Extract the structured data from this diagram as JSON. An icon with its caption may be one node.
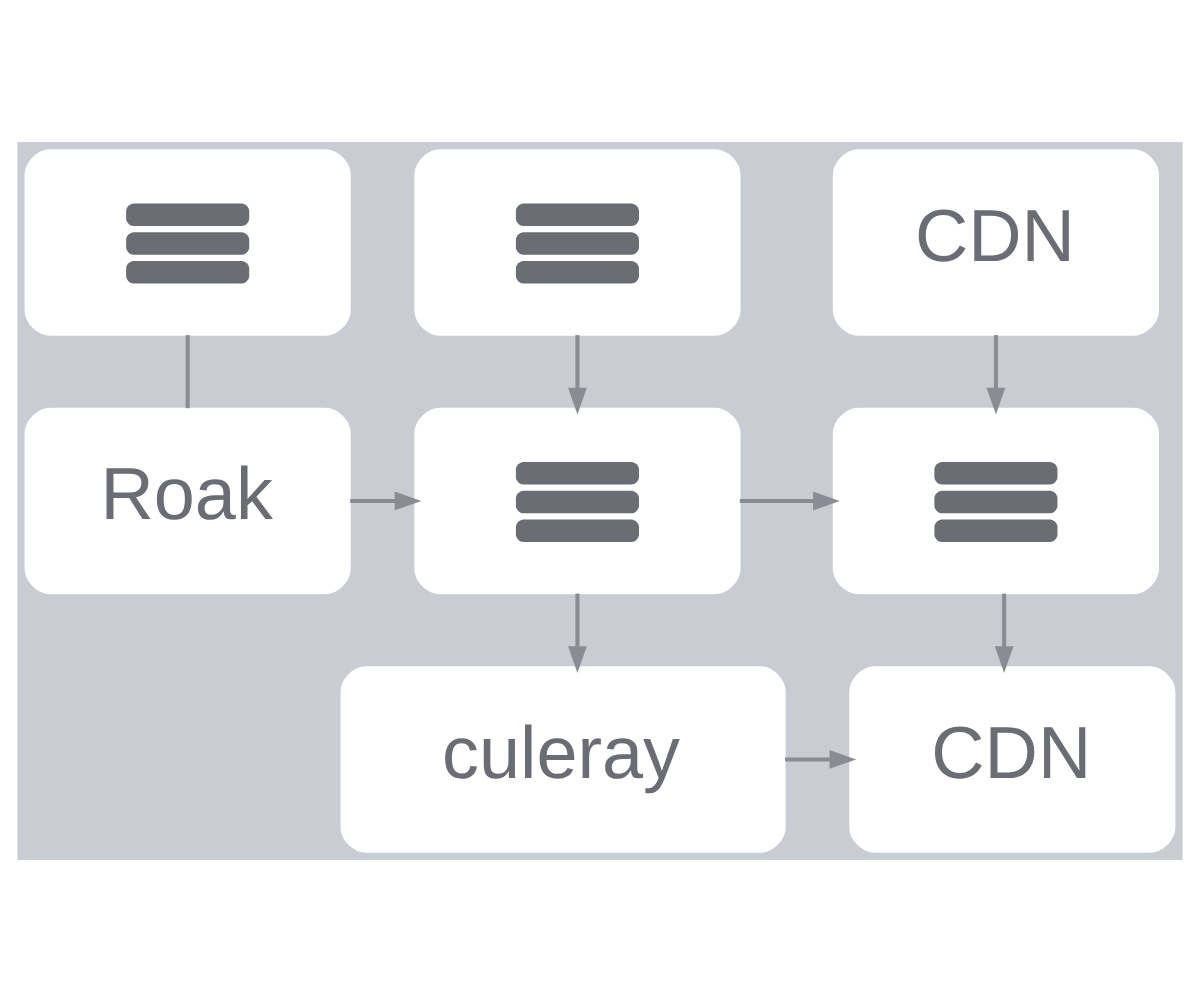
{
  "diagram": {
    "nodes": [
      {
        "text": [],
        "shape": "picture"
      },
      {
        "text": [],
        "shape": "picture"
      },
      {
        "text": [
          "CDN"
        ]
      },
      {
        "text": [
          "Roak"
        ]
      },
      {
        "text": [],
        "shape": "picture"
      },
      {
        "text": [],
        "shape": "picture"
      },
      {
        "text": [
          "culeray"
        ]
      },
      {
        "text": [
          "CDN"
        ]
      }
    ],
    "edges": [
      {
        "from": 0,
        "to": 3,
        "arrow": "none"
      },
      {
        "from": 1,
        "to": 4,
        "arrow": "to"
      },
      {
        "from": 2,
        "to": 5,
        "arrow": "to"
      },
      {
        "from": 3,
        "to": 4,
        "arrow": "to"
      },
      {
        "from": 4,
        "to": 5,
        "arrow": "to"
      },
      {
        "from": 4,
        "to": 6,
        "arrow": "to"
      },
      {
        "from": 5,
        "to": 7,
        "arrow": "to"
      },
      {
        "from": 6,
        "to": 7,
        "arrow": "to"
      }
    ]
  }
}
